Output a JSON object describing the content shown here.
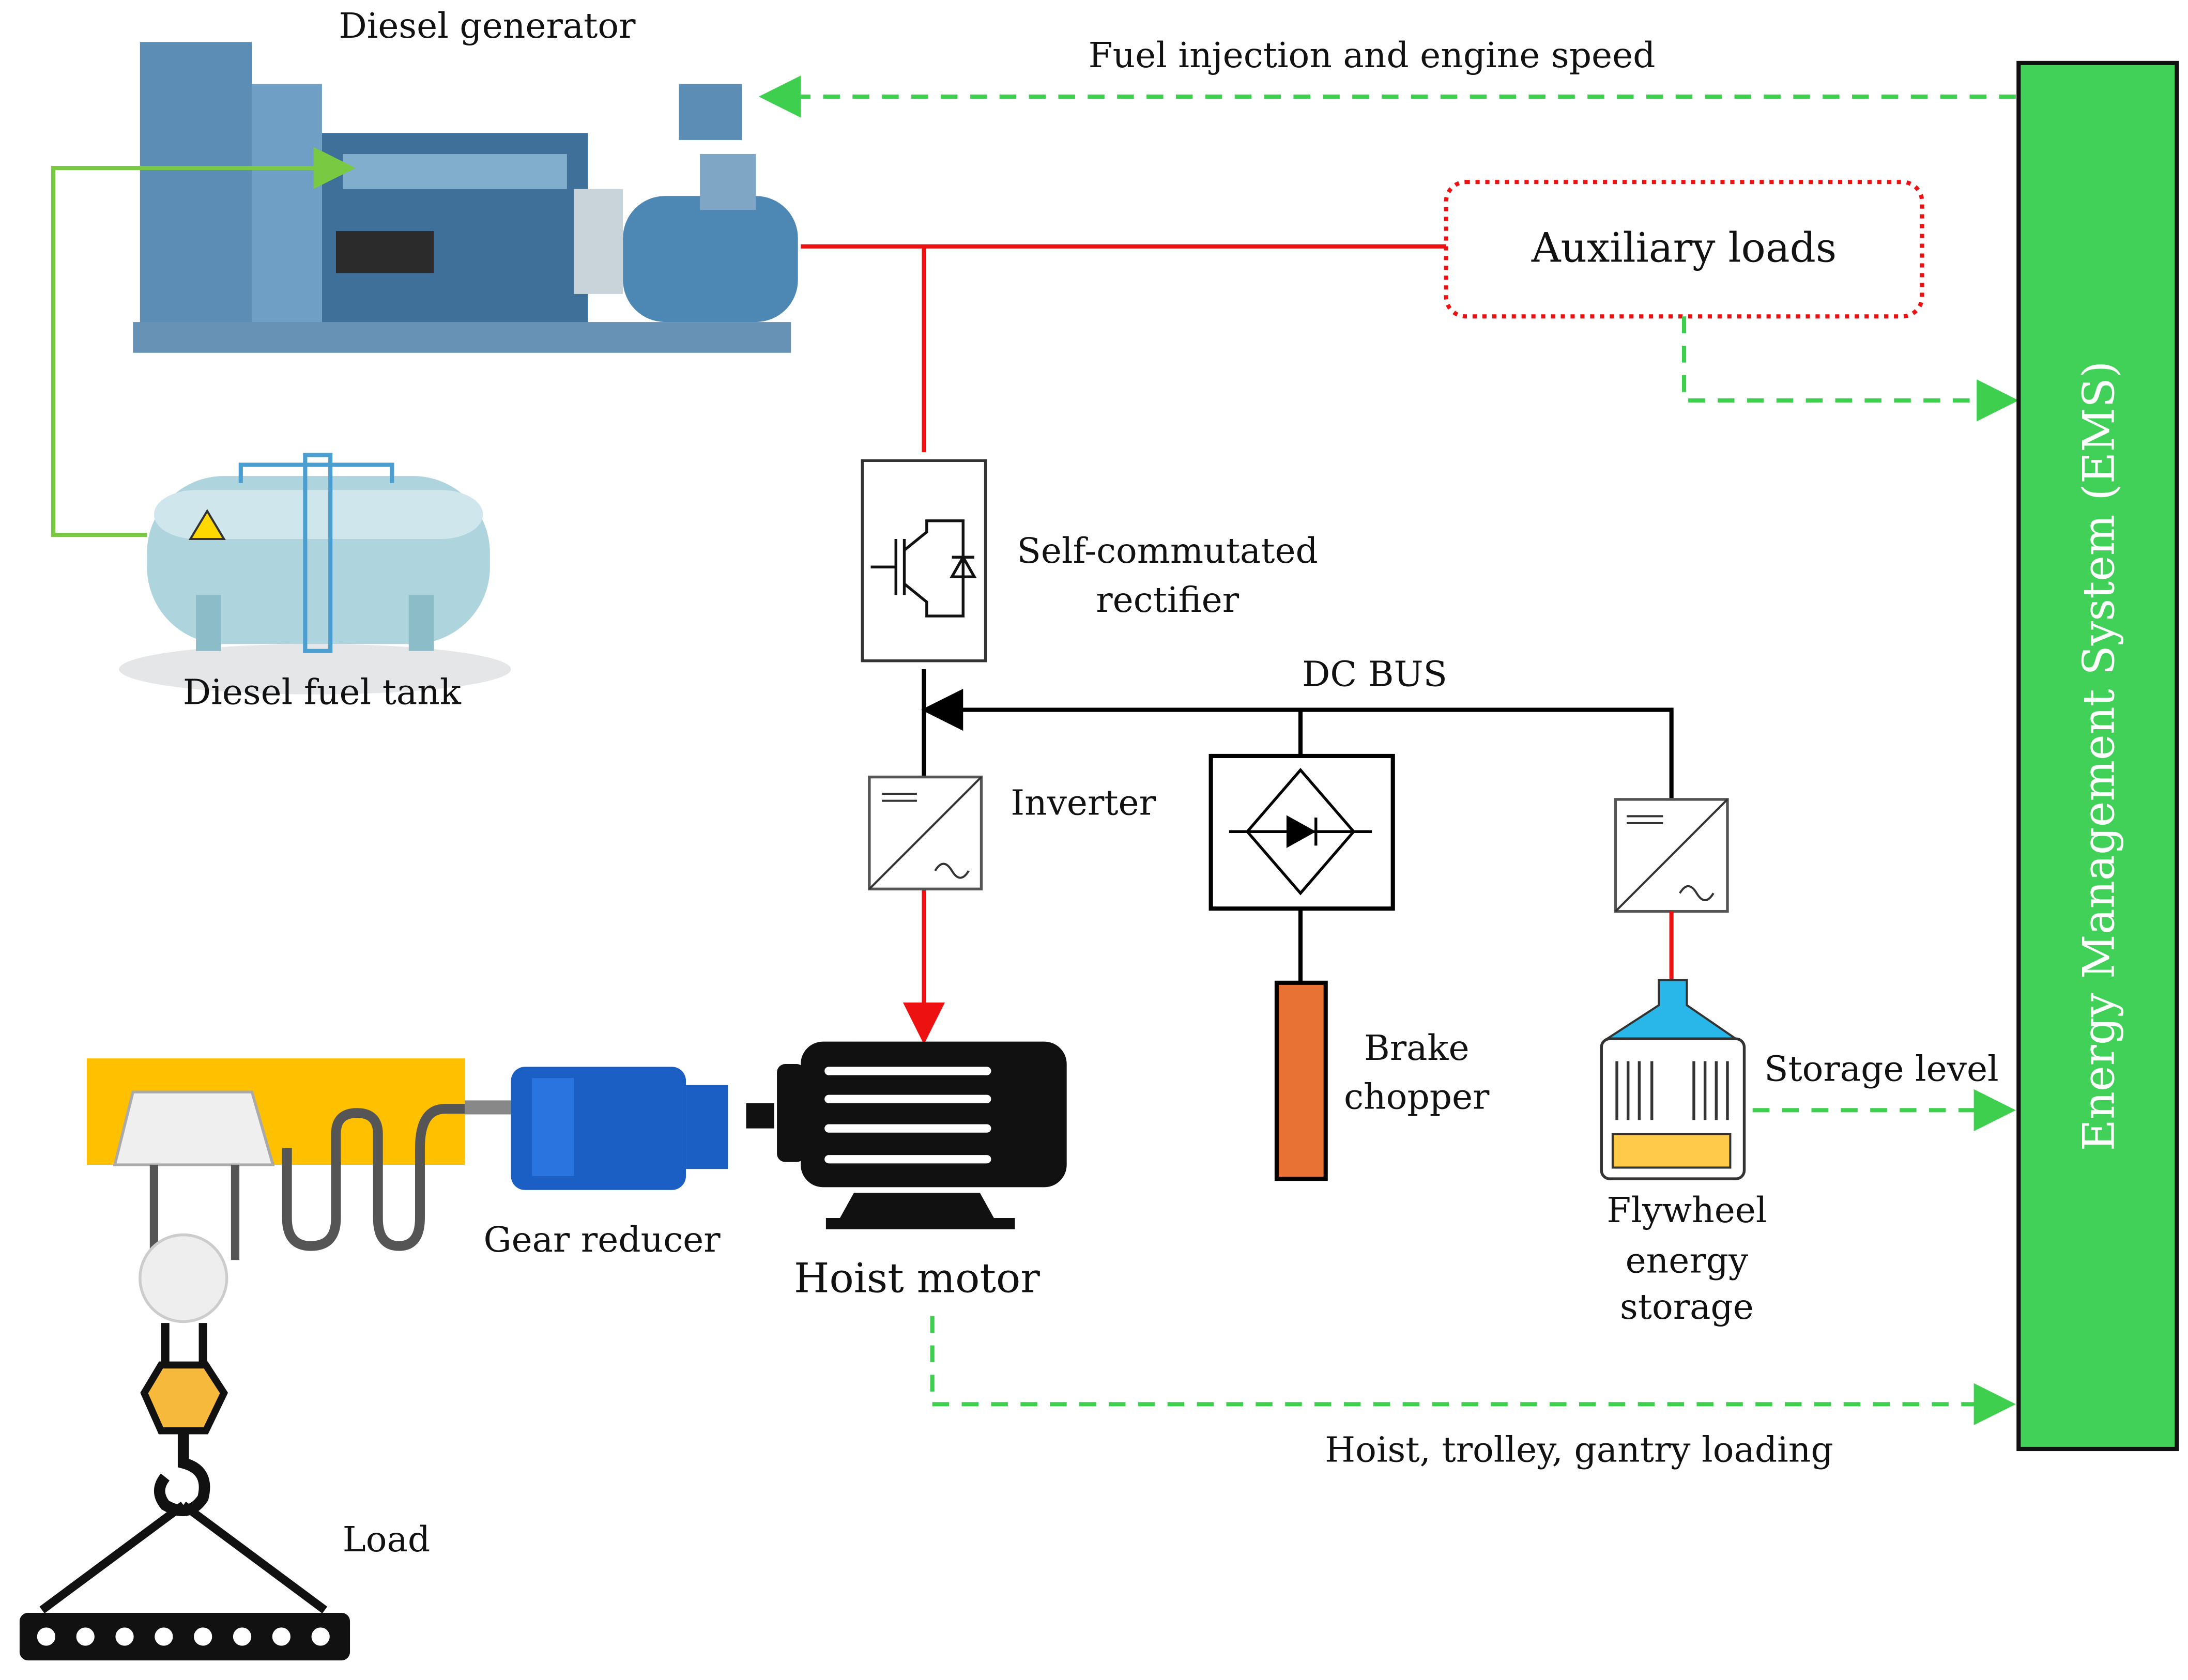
{
  "labels": {
    "diesel_generator": "Diesel generator",
    "fuel_injection": "Fuel injection and engine speed",
    "auxiliary_loads": "Auxiliary loads",
    "diesel_fuel_tank": "Diesel fuel tank",
    "rectifier_line1": "Self-commutated",
    "rectifier_line2": "rectifier",
    "dc_bus": "DC BUS",
    "inverter": "Inverter",
    "brake_line1": "Brake",
    "brake_line2": "chopper",
    "storage_level": "Storage level",
    "flywheel_line1": "Flywheel",
    "flywheel_line2": "energy",
    "flywheel_line3": "storage",
    "gear_reducer": "Gear reducer",
    "hoist_motor": "Hoist motor",
    "hoist_loading": "Hoist, trolley, gantry loading",
    "load": "Load",
    "ems": "Energy Management System (EMS)"
  },
  "colors": {
    "ems_fill": "#41d159",
    "signal_dashed": "#3fcf4f",
    "ac_power": "#ee1111",
    "dc_power": "#000000",
    "fuel_line": "#7ac943",
    "brake_resistor": "#e87234",
    "trolley": "#ffc000",
    "generator": "#4a7fa8"
  }
}
